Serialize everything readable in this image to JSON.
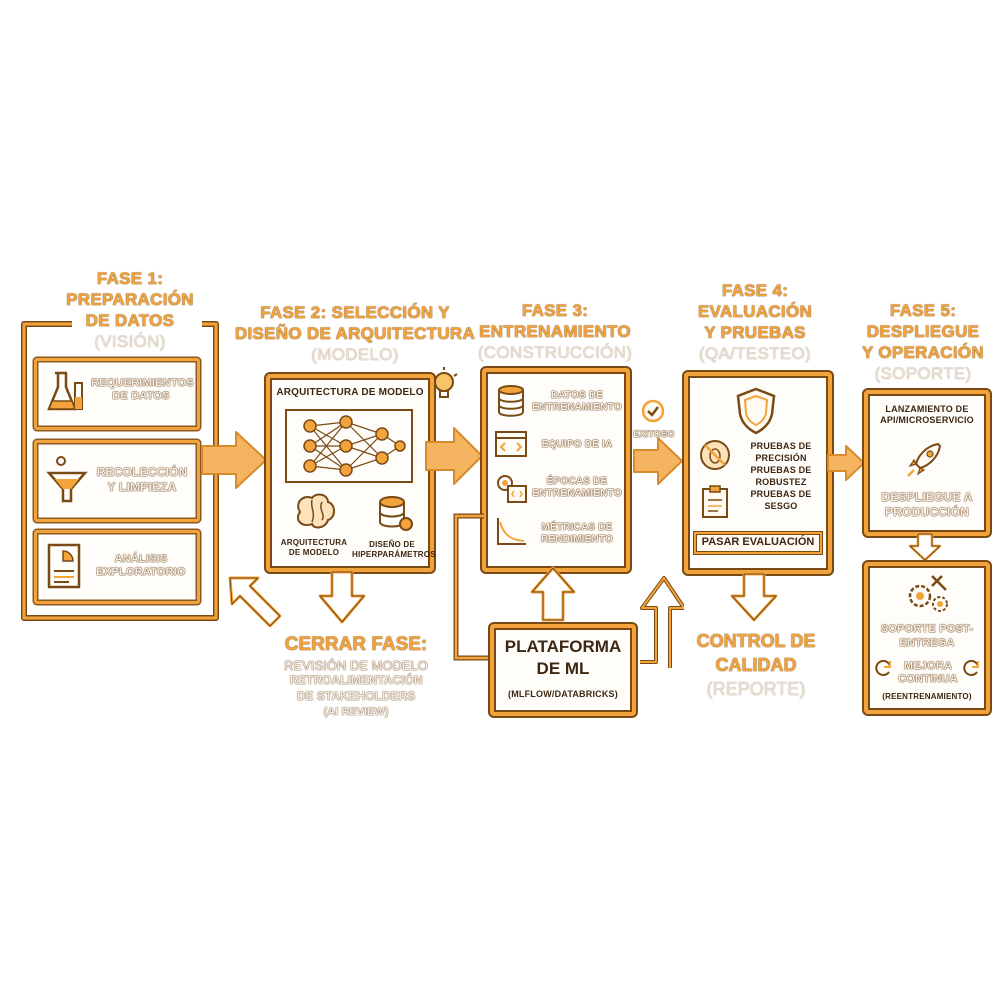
{
  "phase1": {
    "title_line1": "FASE 1:",
    "title_line2": "PREPARACIÓN",
    "title_line3": "DE DATOS",
    "subtitle": "(VISIÓN)",
    "items": [
      {
        "label": "REQUERIMIENTOS DE DATOS"
      },
      {
        "label": "RECOLECCIÓN Y LIMPIEZA"
      },
      {
        "label": "ANÁLISIS EXPLORATORIO"
      }
    ]
  },
  "phase2": {
    "title_line1": "FASE 2: SELECCIÓN Y",
    "title_line2": "DISEÑO DE ARQUITECTURA",
    "subtitle": "(MODELO)",
    "box_title": "ARQUITECTURA DE MODELO",
    "item_left": "ARQUITECTURA DE MODELO",
    "item_right": "DISEÑO DE HIPERPARÁMETROS"
  },
  "phase3": {
    "title_line1": "FASE 3:",
    "title_line2": "ENTRENAMIENTO",
    "subtitle": "(CONSTRUCCIÓN)",
    "items": [
      {
        "label": "DATOS DE ENTRENAMIENTO"
      },
      {
        "label": "EQUIPO DE IA"
      },
      {
        "label": "ÉPOCAS DE ENTRENAMIENTO"
      },
      {
        "label": "MÉTRICAS DE RENDIMIENTO"
      }
    ],
    "success": "EXITOSO"
  },
  "phase4": {
    "title_line1": "FASE 4:",
    "title_line2": "EVALUACIÓN",
    "title_line3": "Y PRUEBAS",
    "subtitle": "(QA/TESTEO)",
    "tests": "PRUEBAS DE PRECISIÓN PRUEBAS DE ROBUSTEZ PRUEBAS DE SESGO",
    "pass": "PASAR EVALUACIÓN"
  },
  "phase5": {
    "title_line1": "FASE 5:",
    "title_line2": "DESPLIEGUE",
    "title_line3": "Y OPERACIÓN",
    "subtitle": "(SOPORTE)",
    "launch": "LANZAMIENTO DE API/MICROSERVICIO",
    "deploy": "DESPLIEGUE A PRODUCCIÓN",
    "support": "SOPORTE POST-ENTREGA",
    "improve": "MEJORA CONTINUA",
    "improve_sub": "(REENTRENAMIENTO)"
  },
  "close": {
    "title": "CERRAR FASE:",
    "line1": "REVISIÓN DE MODELO",
    "line2": "RETROALIMENTACIÓN",
    "line3": "DE STAKEHOLDERS",
    "line4": "(AI REVIEW)"
  },
  "platform": {
    "title_line1": "PLATAFORMA",
    "title_line2": "DE ML",
    "sub": "(MLFLOW/DATABRICKS)"
  },
  "quality": {
    "line1": "CONTROL DE",
    "line2": "CALIDAD",
    "sub": "(REPORTE)"
  },
  "colors": {
    "accent": "#f2a33c",
    "ink": "#7a4a14",
    "pale": "#f6efe6"
  }
}
